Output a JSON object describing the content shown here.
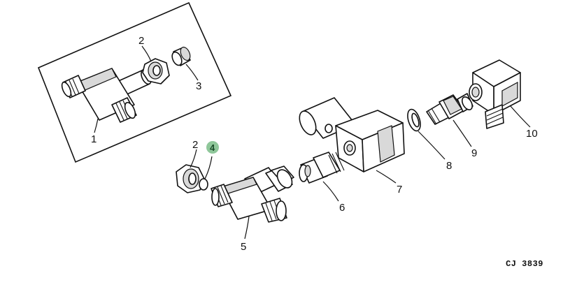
{
  "callouts": {
    "inset_part_1": "1",
    "inset_part_2": "2",
    "inset_part_3": "3",
    "part_2": "2",
    "part_4": "4",
    "part_5": "5",
    "part_6": "6",
    "part_7": "7",
    "part_8": "8",
    "part_9": "9",
    "part_10": "10"
  },
  "highlight_color": "#8fc79a",
  "figure_code": "CJ 3839"
}
